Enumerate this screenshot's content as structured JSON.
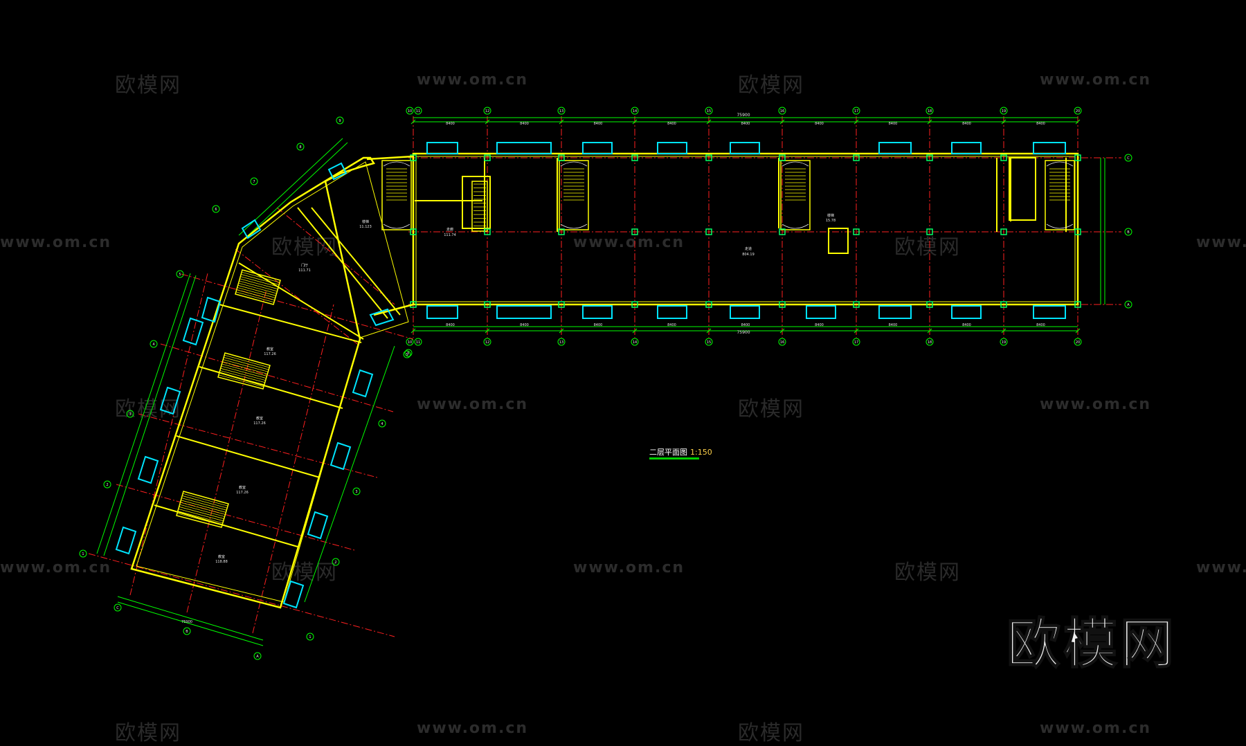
{
  "drawing": {
    "title": "二层平面图",
    "scale": "1:150",
    "colors": {
      "background": "#000000",
      "wall": "#ffff00",
      "dimension": "#00ff00",
      "axis": "#ff2020",
      "window": "#00e5ff",
      "door": "#00ff66",
      "text": "#e8e8e8",
      "watermark": "#2a2a2a"
    }
  },
  "watermark": {
    "brand_text": "欧模网",
    "url_text": "www.om.cn"
  },
  "horizontal_wing": {
    "axes_top": [
      "10",
      "11",
      "12",
      "13",
      "14",
      "15",
      "16",
      "17",
      "18",
      "19",
      "20"
    ],
    "axes_side": [
      "C",
      "B",
      "A"
    ],
    "overall_dimension": "75900",
    "bay_dimension": "8400",
    "rooms": [
      {
        "name": "走廊",
        "area": "111.74"
      },
      {
        "name": "走道",
        "area": "804.19"
      },
      {
        "name": "楼梯",
        "area": "15.78"
      }
    ]
  },
  "angled_wing": {
    "axes_long": [
      "1",
      "2",
      "3",
      "4",
      "5"
    ],
    "axes_short": [
      "A",
      "B",
      "C"
    ],
    "axes_top": [
      "6",
      "7",
      "8",
      "9"
    ],
    "overall_dimension": "75900",
    "rooms": [
      {
        "name": "楼梯",
        "area": "11.123"
      },
      {
        "name": "门厅",
        "area": "111.71"
      },
      {
        "name": "教室",
        "area": "117.26"
      },
      {
        "name": "教室",
        "area": "117.26"
      },
      {
        "name": "教室",
        "area": "117.26"
      },
      {
        "name": "教室",
        "area": "118.88"
      }
    ]
  }
}
